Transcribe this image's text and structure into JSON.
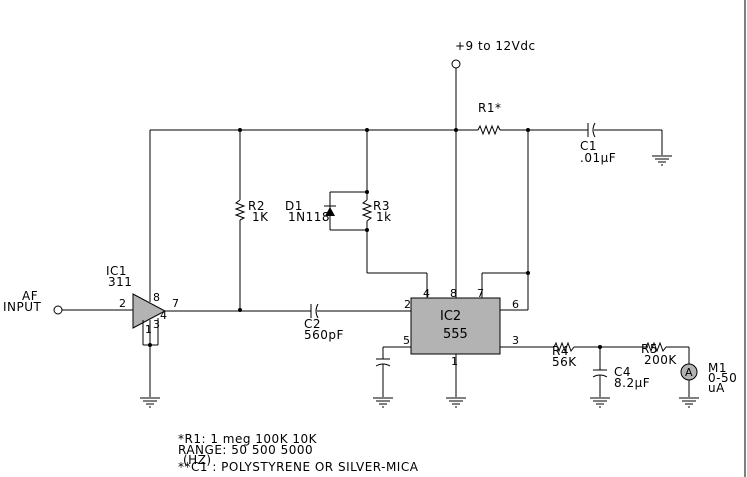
{
  "supply": {
    "label": "+9 to 12Vdc"
  },
  "input": {
    "label_line1": "AF",
    "label_line2": "INPUT"
  },
  "ic1": {
    "ref": "IC1",
    "part": "311",
    "pin_in": "2",
    "pin_vcc": "8",
    "pin_out": "7",
    "pin_4": "4",
    "pin_1": "1",
    "pin_3": "3"
  },
  "ic2": {
    "ref": "IC2",
    "part": "555",
    "pins": {
      "p2": "2",
      "p4": "4",
      "p8": "8",
      "p7": "7",
      "p6": "6",
      "p5": "5",
      "p3": "3",
      "p1": "1"
    }
  },
  "components": {
    "r1": {
      "ref": "R1*"
    },
    "c1": {
      "ref": "C1",
      "value": ".01µF"
    },
    "r2": {
      "ref": "R2",
      "value": "1K"
    },
    "d1": {
      "ref": "D1",
      "value": "1N118"
    },
    "r3": {
      "ref": "R3",
      "value": "1k"
    },
    "c2": {
      "ref": "C2",
      "value": "560pF"
    },
    "r4": {
      "ref": "R4",
      "value": "56K"
    },
    "c4": {
      "ref": "C4",
      "value": "8.2µF"
    },
    "r5": {
      "ref": "R5",
      "value": "200K"
    },
    "m1": {
      "ref": "M1",
      "value_line1": "0-50",
      "value_line2": "uA",
      "symbol": "A"
    }
  },
  "notes": {
    "line1": "*R1: 1 meg  100K  10K",
    "line2": "RANGE: 50  500  5000",
    "line3": "(HZ)",
    "line4": "**C1 : POLYSTYRENE OR SILVER-MICA"
  }
}
